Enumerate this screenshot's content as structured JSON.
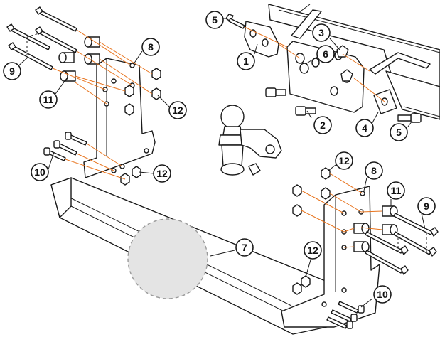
{
  "colors": {
    "guide_line": "#e8741e",
    "placeholder_fill": "#e4e4e4",
    "placeholder_stroke": "#9a9a9a",
    "line": "#1a1a1a"
  },
  "callouts": [
    {
      "id": "c-9-left",
      "label": "9"
    },
    {
      "id": "c-11-left",
      "label": "11"
    },
    {
      "id": "c-8-left",
      "label": "8"
    },
    {
      "id": "c-12-left-upper",
      "label": "12"
    },
    {
      "id": "c-10-left",
      "label": "10"
    },
    {
      "id": "c-12-left-lower",
      "label": "12"
    },
    {
      "id": "c-5-top",
      "label": "5"
    },
    {
      "id": "c-1",
      "label": "1"
    },
    {
      "id": "c-3",
      "label": "3"
    },
    {
      "id": "c-6",
      "label": "6"
    },
    {
      "id": "c-2",
      "label": "2"
    },
    {
      "id": "c-4",
      "label": "4"
    },
    {
      "id": "c-5-right",
      "label": "5"
    },
    {
      "id": "c-12-right-upper",
      "label": "12"
    },
    {
      "id": "c-8-right",
      "label": "8"
    },
    {
      "id": "c-11-right",
      "label": "11"
    },
    {
      "id": "c-9-right",
      "label": "9"
    },
    {
      "id": "c-7",
      "label": "7"
    },
    {
      "id": "c-12-right-lower",
      "label": "12"
    },
    {
      "id": "c-10-right",
      "label": "10"
    }
  ]
}
